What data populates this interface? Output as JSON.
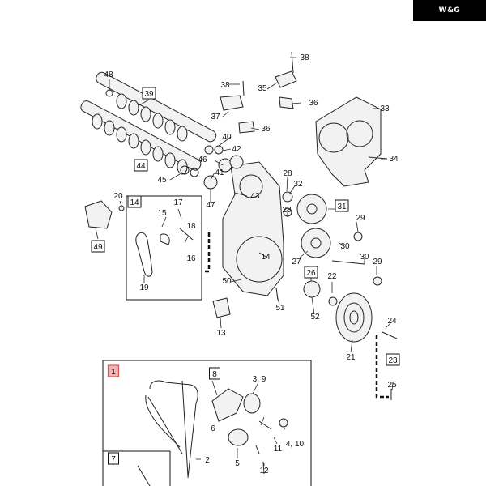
{
  "header": {
    "logo_text": "W&G"
  },
  "callouts": [
    {
      "id": "c48",
      "text": "48"
    },
    {
      "id": "c39",
      "text": "39",
      "boxed": true
    },
    {
      "id": "c38a",
      "text": "38"
    },
    {
      "id": "c38b",
      "text": "38"
    },
    {
      "id": "c35",
      "text": "35"
    },
    {
      "id": "c36a",
      "text": "36"
    },
    {
      "id": "c37",
      "text": "37"
    },
    {
      "id": "c36b",
      "text": "36"
    },
    {
      "id": "c33",
      "text": "33"
    },
    {
      "id": "c40",
      "text": "40"
    },
    {
      "id": "c42",
      "text": "42"
    },
    {
      "id": "c46",
      "text": "46"
    },
    {
      "id": "c44",
      "text": "44",
      "boxed": true
    },
    {
      "id": "c41",
      "text": "41"
    },
    {
      "id": "c45",
      "text": "45"
    },
    {
      "id": "c34",
      "text": "34"
    },
    {
      "id": "c28a",
      "text": "28"
    },
    {
      "id": "c32",
      "text": "32"
    },
    {
      "id": "c43",
      "text": "43"
    },
    {
      "id": "c47",
      "text": "47"
    },
    {
      "id": "c20",
      "text": "20"
    },
    {
      "id": "c14a",
      "text": "14",
      "boxed": true
    },
    {
      "id": "c17",
      "text": "17"
    },
    {
      "id": "c15",
      "text": "15"
    },
    {
      "id": "c18",
      "text": "18"
    },
    {
      "id": "c16",
      "text": "16"
    },
    {
      "id": "c49",
      "text": "49",
      "boxed": true
    },
    {
      "id": "c31",
      "text": "31",
      "boxed": true
    },
    {
      "id": "c28b",
      "text": "28"
    },
    {
      "id": "c29a",
      "text": "29"
    },
    {
      "id": "c30a",
      "text": "30"
    },
    {
      "id": "c14b",
      "text": "14"
    },
    {
      "id": "c27",
      "text": "27"
    },
    {
      "id": "c30b",
      "text": "30"
    },
    {
      "id": "c29b",
      "text": "29"
    },
    {
      "id": "c19",
      "text": "19"
    },
    {
      "id": "c50",
      "text": "50"
    },
    {
      "id": "c26",
      "text": "26",
      "boxed": true
    },
    {
      "id": "c22",
      "text": "22"
    },
    {
      "id": "c51",
      "text": "51"
    },
    {
      "id": "c52",
      "text": "52"
    },
    {
      "id": "c13",
      "text": "13"
    },
    {
      "id": "c24",
      "text": "24"
    },
    {
      "id": "c21",
      "text": "21"
    },
    {
      "id": "c23",
      "text": "23",
      "boxed": true
    },
    {
      "id": "c25",
      "text": "25"
    },
    {
      "id": "c1",
      "text": "1",
      "boxed": true,
      "highlight": true
    },
    {
      "id": "c8",
      "text": "8",
      "boxed": true
    },
    {
      "id": "c39b",
      "text": "3, 9"
    },
    {
      "id": "c6",
      "text": "6"
    },
    {
      "id": "c11",
      "text": "11"
    },
    {
      "id": "c410",
      "text": "4, 10"
    },
    {
      "id": "c2",
      "text": "2"
    },
    {
      "id": "c5",
      "text": "5"
    },
    {
      "id": "c12",
      "text": "12"
    },
    {
      "id": "c7",
      "text": "7",
      "boxed": true
    }
  ],
  "colors": {
    "highlight_box": "#f4b3b3",
    "highlight_border": "#d9534f",
    "ink": "#111111"
  }
}
